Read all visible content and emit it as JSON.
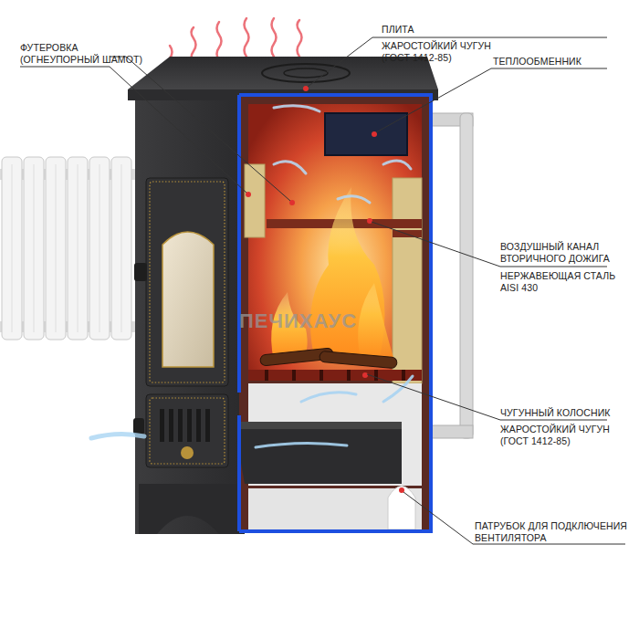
{
  "diagram": {
    "labels": [
      "ФУТЕРОВКА (ОГНЕУПОРНЫЙ ШАМОТ)",
      "ПЛИТА",
      "ЖАРОСТОЙКИЙ ЧУГУН (ГОСТ 1412-85)",
      "ТЕПЛООБМЕННИК",
      "ВОЗДУШНЫЙ КАНАЛ ВТОРИЧНОГО ДОЖИГА",
      "НЕРЖАВЕЮЩАЯ СТАЛЬ AISI 430",
      "ЧУГУННЫЙ КОЛОСНИК",
      "ЖАРОСТОЙКИЙ ЧУГУН (ГОСТ 1412-85)",
      "ПАТРУБОК ДЛЯ ПОДКЛЮЧЕНИЯ ВЕНТИЛЯТОРА",
      "ПЕЧИХАУС"
    ]
  }
}
